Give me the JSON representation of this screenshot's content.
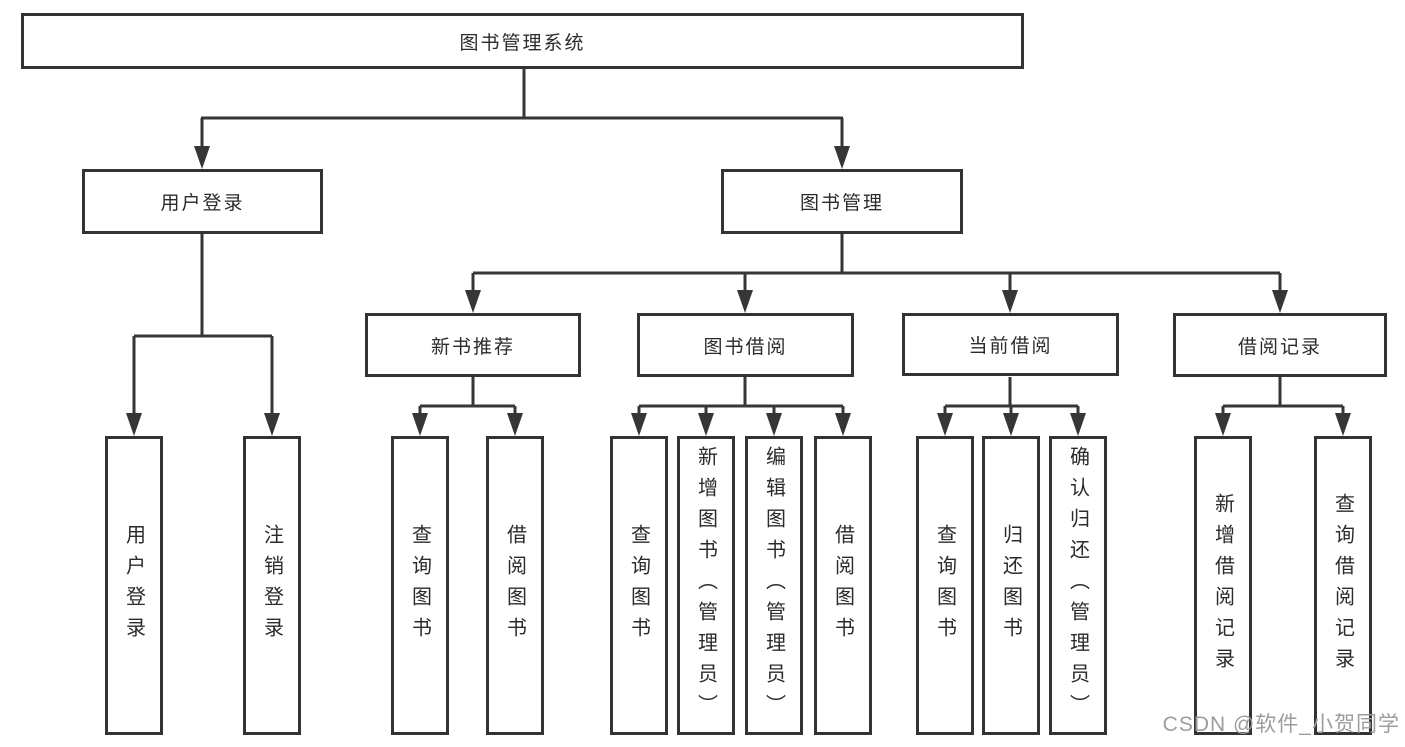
{
  "title": {
    "root": "图书管理系统"
  },
  "level2": {
    "user_login": "用户登录",
    "book_mgmt": "图书管理"
  },
  "level3": {
    "new_books": "新书推荐",
    "book_borrow": "图书借阅",
    "current_borrow": "当前借阅",
    "borrow_records": "借阅记录"
  },
  "leaves": {
    "user_login": [
      "用户登录",
      "注销登录"
    ],
    "new_books": [
      "查询图书",
      "借阅图书"
    ],
    "book_borrow": [
      "查询图书",
      "新增图书（管理员）",
      "编辑图书（管理员）",
      "借阅图书"
    ],
    "current_borrow": [
      "查询图书",
      "归还图书",
      "确认归还（管理员）"
    ],
    "borrow_records": [
      "新增借阅记录",
      "查询借阅记录"
    ]
  },
  "watermark": "CSDN @软件_小贺同学",
  "colors": {
    "line": "#363636",
    "border": "#333333",
    "text": "#2b2b2b",
    "watermark": "#9d9d9d",
    "background": "#ffffff"
  }
}
